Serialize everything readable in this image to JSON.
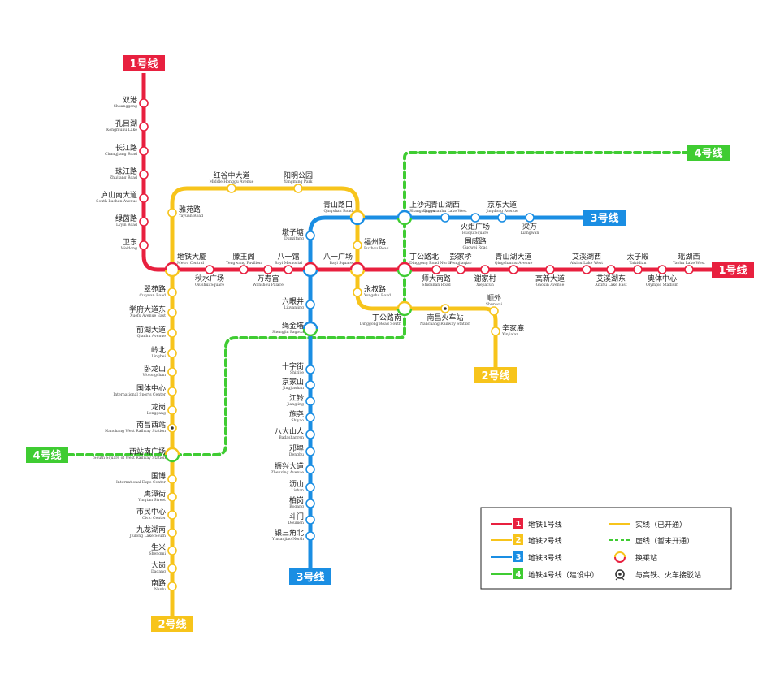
{
  "colors": {
    "line1": "#e8203f",
    "line2": "#f7c41b",
    "line3": "#1a8ee3",
    "line4": "#3fcc32"
  },
  "tags": {
    "l1_top": "1号线",
    "l1_right": "1号线",
    "l2_right": "2号线",
    "l2_bottom": "2号线",
    "l3_right": "3号线",
    "l3_bottom": "3号线",
    "l4_top": "4号线",
    "l4_left": "4号线"
  },
  "stations": {
    "shuanggang": {
      "cn": "双港",
      "en": "Shuanggang"
    },
    "kongmuhu": {
      "cn": "孔目湖",
      "en": "Kongmuhu Lake"
    },
    "changjiang": {
      "cn": "长江路",
      "en": "Changjiang Road"
    },
    "zhujiang": {
      "cn": "珠江路",
      "en": "Zhujiang Road"
    },
    "lushan": {
      "cn": "庐山南大道",
      "en": "South Lushan Avenue"
    },
    "lvyin": {
      "cn": "绿茵路",
      "en": "Lvyin Road"
    },
    "weidong": {
      "cn": "卫东",
      "en": "Weidong"
    },
    "ditiedasha": {
      "cn": "地铁大厦",
      "en": "Metro Central"
    },
    "qiushui": {
      "cn": "秋水广场",
      "en": "Qiushui Square"
    },
    "tengwangge": {
      "cn": "滕王阁",
      "en": "Tengwang Pavilion"
    },
    "wanshougong": {
      "cn": "万寿宫",
      "en": "Wanshou Palace"
    },
    "bayiguan": {
      "cn": "八一馆",
      "en": "Bayi Memorial"
    },
    "bayiguangchang": {
      "cn": "八一广场",
      "en": "Bayi Square"
    },
    "dinggonglubei": {
      "cn": "丁公路北",
      "en": "Dinggong Road North"
    },
    "shidanan": {
      "cn": "师大南路",
      "en": "Shidanan Road"
    },
    "pengjiaqiao": {
      "cn": "彭家桥",
      "en": "Pengjiaqiao"
    },
    "xiejiacun": {
      "cn": "谢家村",
      "en": "Xiejiacun"
    },
    "qingshanhu": {
      "cn": "青山湖大道",
      "en": "Qingshanhu Avenue"
    },
    "gaoxin": {
      "cn": "高新大道",
      "en": "Gaoxin Avenue"
    },
    "aixihuxi": {
      "cn": "艾溪湖西",
      "en": "Aixihu Lake West"
    },
    "aixihudong": {
      "cn": "艾溪湖东",
      "en": "Aixihu Lake East"
    },
    "taiziyan": {
      "cn": "太子殿",
      "en": "Taizidian"
    },
    "olympic": {
      "cn": "奥体中心",
      "en": "Olympic Stadium"
    },
    "yaohuxi": {
      "cn": "瑶湖西",
      "en": "Yaohu Lake West"
    },
    "hongguzhong": {
      "cn": "红谷中大道",
      "en": "Middle Honggu Avenue"
    },
    "yangming": {
      "cn": "阳明公园",
      "en": "Yangming Park"
    },
    "yayuan": {
      "cn": "雅苑路",
      "en": "Yayuan Road"
    },
    "qingshanlukou": {
      "cn": "青山路口",
      "en": "Qingshan Road"
    },
    "shangshagou": {
      "cn": "上沙沟",
      "en": "Shangshagou"
    },
    "fuzhou": {
      "cn": "福州路",
      "en": "Fuzhou Road"
    },
    "yongshu": {
      "cn": "永叔路",
      "en": "Yongshu Road"
    },
    "dinggonglunan": {
      "cn": "丁公路南",
      "en": "Dinggong Road South"
    },
    "nanchangstation": {
      "cn": "南昌火车站",
      "en": "Nanchang Railway Station"
    },
    "shunwai": {
      "cn": "顺外",
      "en": "Shunwai"
    },
    "xinjianan": {
      "cn": "辛家庵",
      "en": "Xinjia'an"
    },
    "cuiyuan": {
      "cn": "翠苑路",
      "en": "Cuiyuan Road"
    },
    "xuefu": {
      "cn": "学府大道东",
      "en": "Xuefu Avenue East"
    },
    "qianhu": {
      "cn": "前湖大道",
      "en": "Qianhu Avenue"
    },
    "lingbei": {
      "cn": "岭北",
      "en": "Lingbei"
    },
    "wolongshan": {
      "cn": "卧龙山",
      "en": "Wolongshan"
    },
    "guotizhongxin": {
      "cn": "国体中心",
      "en": "International Sports Center"
    },
    "longgang": {
      "cn": "龙岗",
      "en": "Longgang"
    },
    "nanchangxi": {
      "cn": "南昌西站",
      "en": "Nanchang West Railway Station"
    },
    "xizhannan": {
      "cn": "西站南广场",
      "en": "South Square of West Railway Station"
    },
    "guobo": {
      "cn": "国博",
      "en": "International Expo Center"
    },
    "yingtan": {
      "cn": "鹰潭街",
      "en": "Yingtan Street"
    },
    "shimin": {
      "cn": "市民中心",
      "en": "Civic Center"
    },
    "jiulonghu": {
      "cn": "九龙湖南",
      "en": "Jiulong Lake South"
    },
    "shengmi": {
      "cn": "生米",
      "en": "Shengmi"
    },
    "dagang": {
      "cn": "大岗",
      "en": "Dagang"
    },
    "nanlu": {
      "cn": "南路",
      "en": "Nanlu"
    },
    "qingshanhuxi": {
      "cn": "青山湖西",
      "en": "Qingshanhu Lake West"
    },
    "huoju": {
      "cn": "火炬广场",
      "en": "Huoju Square"
    },
    "jingdong": {
      "cn": "京东大道",
      "en": "Jingdong Avenue"
    },
    "guowei": {
      "cn": "国威路",
      "en": "Guowei Road"
    },
    "liangwan": {
      "cn": "梁万",
      "en": "Liangwan"
    },
    "dunzitang": {
      "cn": "墩子塘",
      "en": "Dunzitang"
    },
    "liuyanjing": {
      "cn": "六眼井",
      "en": "Liuyanjing"
    },
    "shengjinta": {
      "cn": "绳金塔",
      "en": "Shengjin Pagoda"
    },
    "shizijie": {
      "cn": "十字街",
      "en": "Shizijie"
    },
    "jingjiashan": {
      "cn": "京家山",
      "en": "Jingjiashan"
    },
    "jiangling": {
      "cn": "江铃",
      "en": "Jiangling"
    },
    "shiyao": {
      "cn": "施尧",
      "en": "Shiyao"
    },
    "badashanren": {
      "cn": "八大山人",
      "en": "Badashanren"
    },
    "dengbu": {
      "cn": "邓埠",
      "en": "Dengbu"
    },
    "zhenxing": {
      "cn": "振兴大道",
      "en": "Zhenxing Avenue"
    },
    "lishan": {
      "cn": "沥山",
      "en": "Lishan"
    },
    "bogang": {
      "cn": "柏岗",
      "en": "Bogang"
    },
    "doumen": {
      "cn": "斗门",
      "en": "Doumen"
    },
    "yinsanjiao": {
      "cn": "银三角北",
      "en": "Yinsanjiao North"
    }
  },
  "legend": {
    "l1_num": "1",
    "l1_label": "地铁1号线",
    "l2_num": "2",
    "l2_label": "地铁2号线",
    "l3_num": "3",
    "l3_label": "地铁3号线",
    "l4_num": "4",
    "l4_label": "地铁4号线（建设中）",
    "solid_label": "实线（已开通）",
    "dash_label": "虚线（暂未开通）",
    "transfer_label": "换乘站",
    "rail_label": "与高铁、火车接驳站"
  }
}
